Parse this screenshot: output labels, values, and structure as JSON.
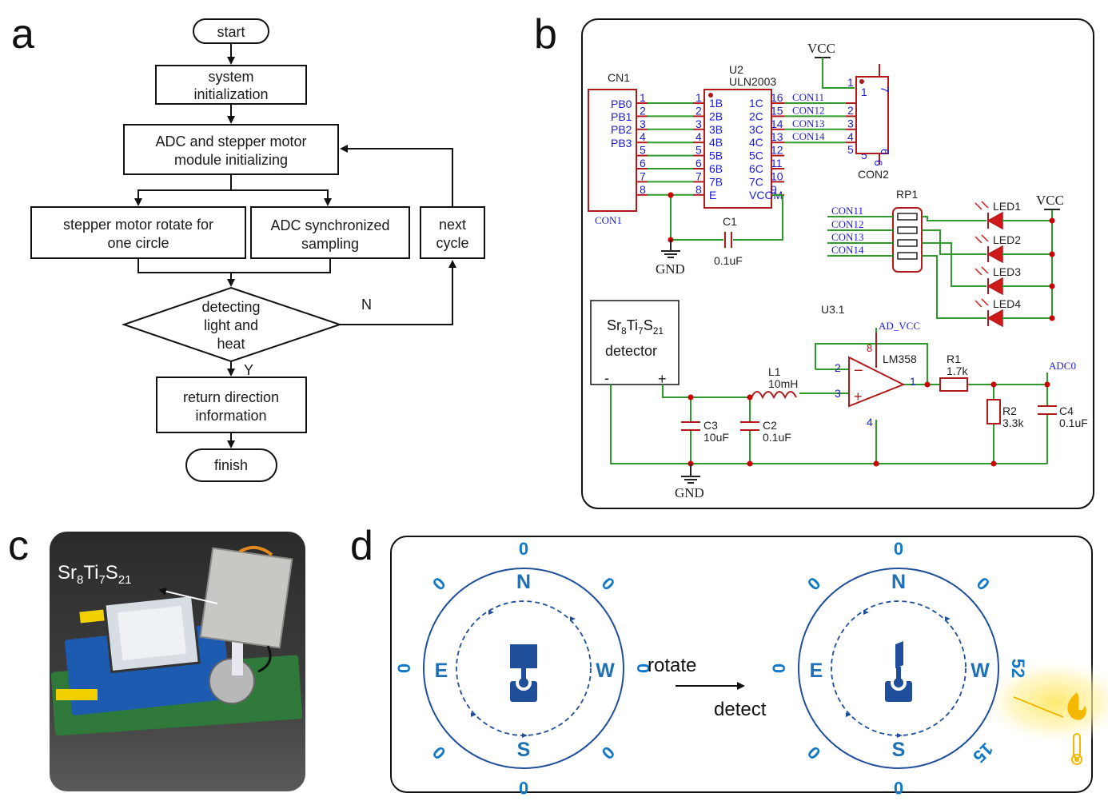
{
  "panels": {
    "a": "a",
    "b": "b",
    "c": "c",
    "d": "d"
  },
  "flowchart": {
    "start": "start",
    "init_1": "system",
    "init_2": "initialization",
    "adc_init_1": "ADC and stepper motor",
    "adc_init_2": "module initializing",
    "motor_1": "stepper motor rotate for",
    "motor_2": "one circle",
    "adc_sample_1": "ADC synchronized",
    "adc_sample_2": "sampling",
    "next_1": "next",
    "next_2": "cycle",
    "decision_1": "detecting",
    "decision_2": "light and",
    "decision_3": "heat",
    "no_label": "N",
    "yes_label": "Y",
    "return_1": "return direction",
    "return_2": "information",
    "finish": "finish"
  },
  "schematic": {
    "cn1": "CN1",
    "cn1_bottom": "CON1",
    "cn1_pins": [
      "PB0",
      "PB1",
      "PB2",
      "PB3"
    ],
    "u2": "U2",
    "u2_part": "ULN2003",
    "u2_left_pins": [
      "1B",
      "2B",
      "3B",
      "4B",
      "5B",
      "6B",
      "7B",
      "E"
    ],
    "u2_right_pins": [
      "1C",
      "2C",
      "3C",
      "4C",
      "5C",
      "6C",
      "7C",
      "VCOM"
    ],
    "u2_right_nums": [
      "16",
      "15",
      "14",
      "13",
      "12",
      "11",
      "10",
      "9"
    ],
    "con_nets": [
      "CON11",
      "CON12",
      "CON13",
      "CON14"
    ],
    "vcc": "VCC",
    "gnd": "GND",
    "con2": "CON2",
    "c1": "C1",
    "c1_val": "0.1uF",
    "rp1": "RP1",
    "leds": [
      "LED1",
      "LED2",
      "LED3",
      "LED4"
    ],
    "detector_label": "detector",
    "detector_minus": "-",
    "detector_plus": "+",
    "u31": "U3.1",
    "ad_vcc": "AD_VCC",
    "lm358": "LM358",
    "l1": "L1",
    "l1_val": "10mH",
    "c3": "C3",
    "c3_val": "10uF",
    "c2": "C2",
    "c2_val": "0.1uF",
    "r1": "R1",
    "r1_val": "1.7k",
    "r2": "R2",
    "r2_val": "3.3k",
    "c4": "C4",
    "c4_val": "0.1uF",
    "adc0": "ADC0"
  },
  "photo": {
    "formula": "Sr8Ti7S21"
  },
  "compass": {
    "north": "N",
    "south": "S",
    "east": "E",
    "west": "W",
    "action_top": "rotate",
    "action_bottom": "detect",
    "before_readings": [
      "0",
      "0",
      "0",
      "0",
      "0",
      "0",
      "0",
      "0"
    ],
    "after_readings": [
      "0",
      "0",
      "0",
      "0",
      "0",
      "52",
      "15",
      "0"
    ]
  },
  "colors": {
    "wire_green": "#2e9a2e",
    "pin_blue": "#1b1bd6",
    "part_red": "#b01a1a",
    "compass_blue": "#1f4f9a",
    "reading_blue": "#0f78c8",
    "heat_yellow": "#f5c400"
  }
}
